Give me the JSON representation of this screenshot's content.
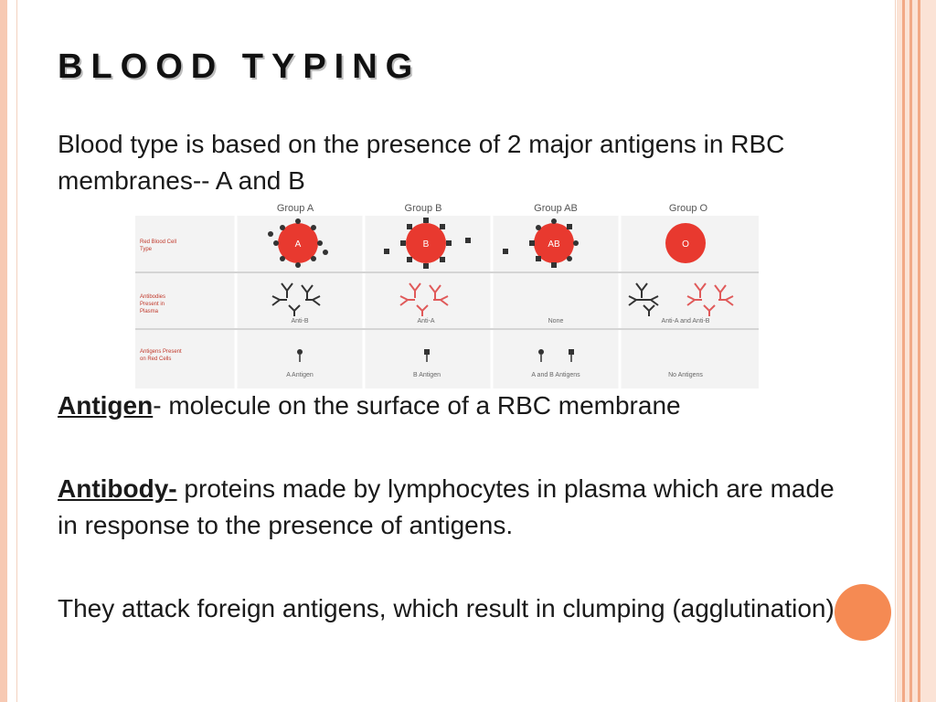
{
  "slide": {
    "title": "Blood Typing",
    "intro": "Blood type is based on the presence of 2 major antigens in RBC membranes-- A and B",
    "definitions": [
      {
        "term": "Antigen",
        "text": "- molecule on the surface of a RBC membrane"
      },
      {
        "term": "Antibody-",
        "text": " proteins made by lymphocytes in plasma which are made in response to the presence of antigens."
      }
    ],
    "closing": "They attack foreign antigens, which result in clumping (agglutination)"
  },
  "table": {
    "groups": [
      "Group A",
      "Group B",
      "Group AB",
      "Group O"
    ],
    "row_labels": {
      "rbc": [
        "Red Blood Cell",
        "Type"
      ],
      "antibodies": [
        "Antibodies",
        "Present in",
        "Plasma"
      ],
      "antigens": [
        "Antigens Present",
        "on Red Cells"
      ]
    },
    "cell_labels": [
      "A",
      "B",
      "AB",
      "O"
    ],
    "antibody_labels": [
      "Anti-B",
      "Anti-A",
      "None",
      "Anti-A and Anti-B"
    ],
    "antigen_labels": [
      "A Antigen",
      "B Antigen",
      "A and B Antigens",
      "No Antigens"
    ]
  },
  "colors": {
    "cell_red": "#e8392f",
    "antibody_red": "#e05a5a",
    "accent": "#f58a53"
  }
}
